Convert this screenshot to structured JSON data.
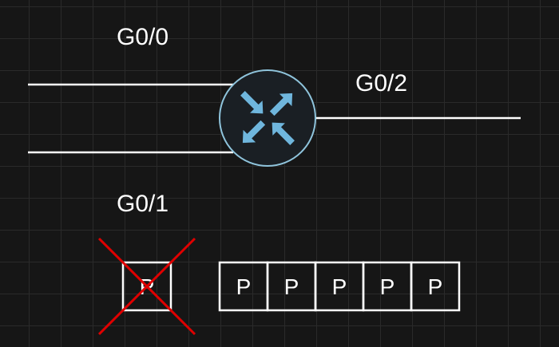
{
  "interfaces": {
    "g0_0": "G0/0",
    "g0_1": "G0/1",
    "g0_2": "G0/2"
  },
  "router": {
    "icon": "router-arrows-icon",
    "fill_color": "#1a1f24",
    "stroke_color": "#8fc4dc",
    "arrow_color": "#6fb6dd"
  },
  "link_color": "#ffffff",
  "dropped_packet": {
    "label": "P",
    "cross_color": "#e00000",
    "icon": "cross-icon"
  },
  "queue": {
    "packets": [
      "P",
      "P",
      "P",
      "P",
      "P"
    ]
  }
}
